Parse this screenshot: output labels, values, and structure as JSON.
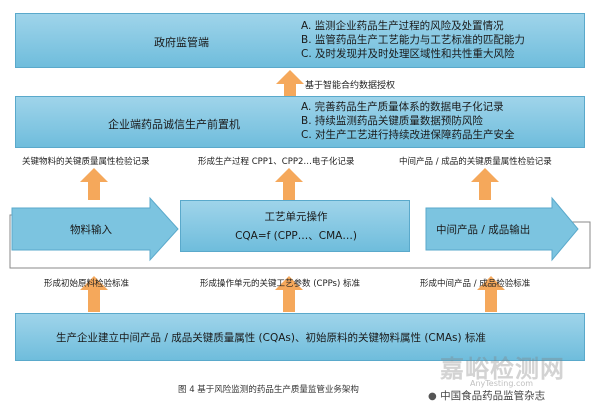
{
  "gov": {
    "title": "政府监管端",
    "items": [
      "A. 监测企业药品生产过程的风险及处置情况",
      "B. 监管药品生产工艺能力与工艺标准的匹配能力",
      "C. 及时发现并及时处理区域性和共性重大风险"
    ]
  },
  "auth_label": "基于智能合约数据授权",
  "ent": {
    "title": "企业端药品诚信生产前置机",
    "items": [
      "A. 完善药品生产质量体系的数据电子化记录",
      "B. 持续监测药品关键质量数据预防风险",
      "C. 对生产工艺进行持续改进保障药品生产安全"
    ]
  },
  "records": {
    "left": "关键物料的关键质量属性检验记录",
    "center": "形成生产过程 CPP1、CPP2…电子化记录",
    "right": "中间产品 / 成品的关键质量属性检验记录"
  },
  "flow": {
    "input": "物料输入",
    "process_title": "工艺单元操作",
    "process_formula": "CQA=f (CPP…、CMA…)",
    "output": "中间产品 / 成品输出"
  },
  "standards": {
    "left": "形成初始原料检验标准",
    "center": "形成操作单元的关键工艺参数 (CPPs) 标准",
    "right": "形成中间产品 / 成品检验标准"
  },
  "bottom": {
    "text": "生产企业建立中间产品 / 成品关键质量属性 (CQAs)、初始原料的关键物料属性 (CMAs) 标准"
  },
  "caption": "图 4   基于风险监测的药品生产质量监管业务架构",
  "watermark": {
    "logo_text": "嘉峪检测网",
    "site": "AnyTesting.com",
    "source": "中国食品药品监管杂志"
  },
  "colors": {
    "box": "#7cc4e0",
    "arrow": "#f5a85b",
    "line": "#8a8a8a"
  }
}
